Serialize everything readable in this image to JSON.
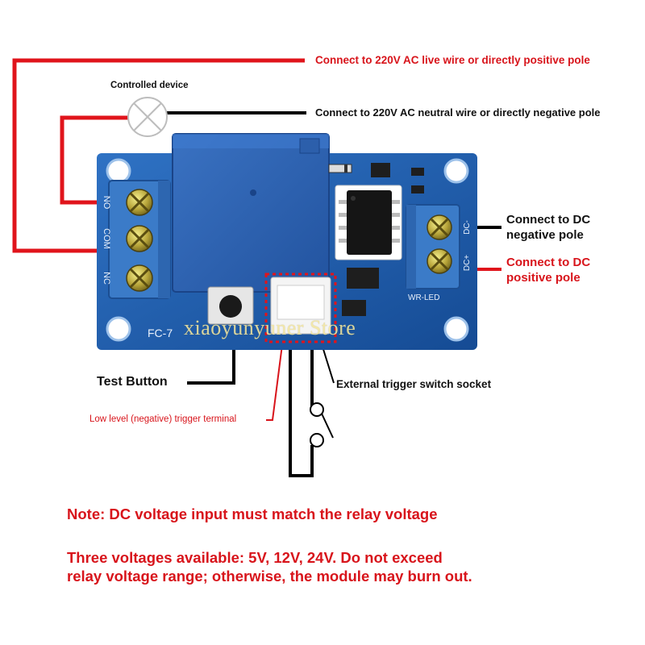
{
  "labels": {
    "live_wire": "Connect to 220V AC live wire or directly positive pole",
    "controlled_device": "Controlled device",
    "neutral_wire": "Connect to 220V AC neutral wire or directly negative pole",
    "dc_negative_line1": "Connect to DC",
    "dc_negative_line2": "negative pole",
    "dc_positive_line1": "Connect to DC",
    "dc_positive_line2": "positive pole",
    "test_button": "Test Button",
    "external_trigger": "External trigger switch socket",
    "low_level_trigger": "Low level (negative) trigger terminal"
  },
  "board": {
    "terminal_left": [
      "NO",
      "COM",
      "NC"
    ],
    "terminal_right": [
      "DC-",
      "DC+"
    ],
    "silk_model": "FC-7",
    "silk_led": "WR-LED"
  },
  "watermark": "xiaoyunyuner Store",
  "notes": {
    "line1": "Note: DC voltage input must match the relay voltage",
    "line2": "Three voltages available: 5V, 12V, 24V. Do not exceed",
    "line3": "relay voltage range; otherwise, the module may burn out."
  },
  "colors": {
    "wire_red": "#e0141b",
    "wire_black": "#000000",
    "pcb_blue": "#1f5fae",
    "relay_blue": "#2e63b5",
    "terminal_blue": "#3b7bc8",
    "note_red": "#d8141b"
  }
}
